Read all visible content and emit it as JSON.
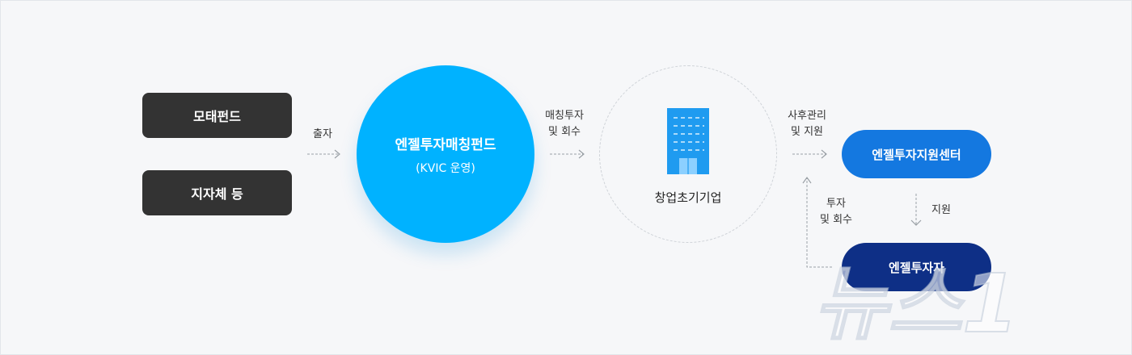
{
  "sources": {
    "mother_fund": "모태펀드",
    "local_gov": "지자체 등"
  },
  "edges": {
    "contribution": "출자",
    "matching_line1": "매칭투자",
    "matching_line2": "및 회수",
    "aftercare_line1": "사후관리",
    "aftercare_line2": "및 지원",
    "invest_line1": "투자",
    "invest_line2": "및 회수",
    "support": "지원"
  },
  "fund": {
    "title": "엔젤투자매칭펀드",
    "subtitle": "(KVIC 운영)"
  },
  "startup": {
    "label": "창업초기기업"
  },
  "center": {
    "label": "엔젤투자지원센터"
  },
  "angel": {
    "label": "엔젤투자자"
  },
  "watermark": {
    "text": "뉴스1"
  },
  "colors": {
    "dark_box": "#333333",
    "fund": "#00b2ff",
    "center": "#1478e0",
    "angel": "#0e2f86",
    "arrow": "#9aa0a6"
  }
}
